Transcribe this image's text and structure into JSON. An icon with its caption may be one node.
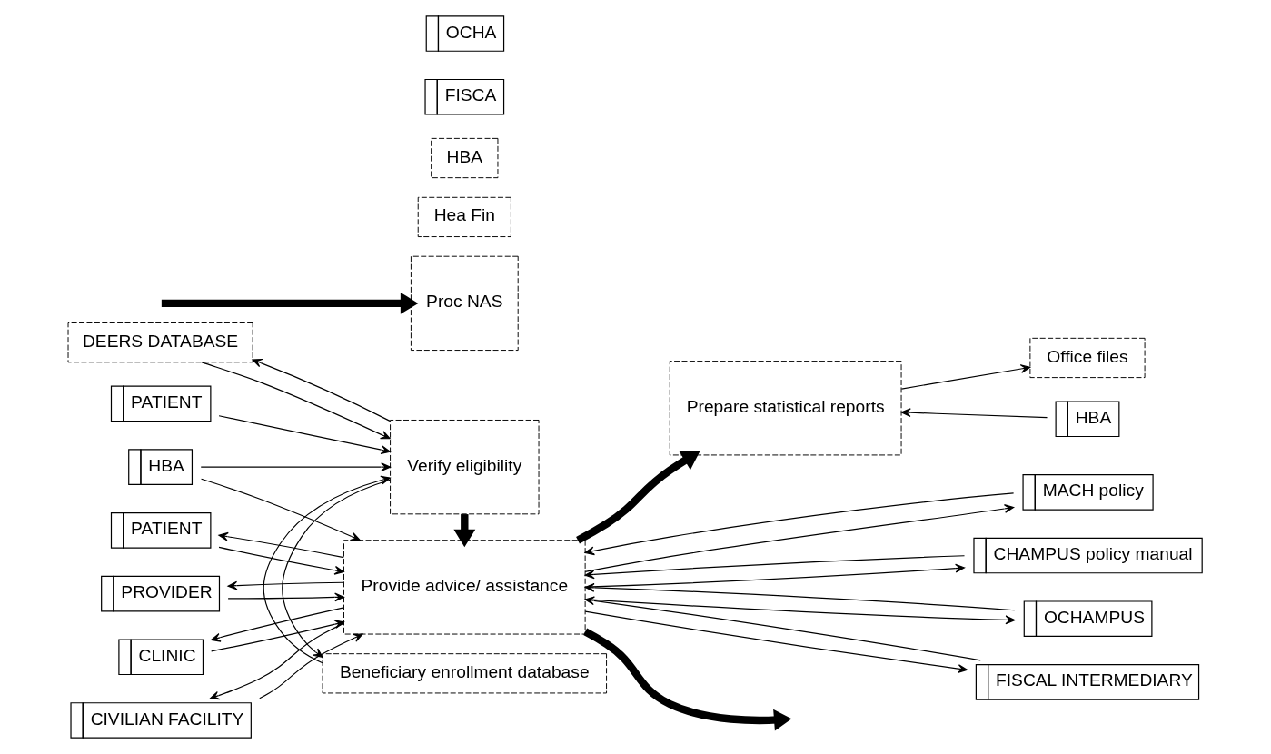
{
  "diagram": {
    "nodes": [
      {
        "text": [
          "Beneficiary enrollment database"
        ]
      },
      {
        "text": [
          "DEERS DATABASE"
        ]
      },
      {
        "text": [
          "Verify eligibility"
        ]
      },
      {
        "text": [
          "Prepare statistical reports"
        ]
      },
      {
        "text": [
          "HBA"
        ]
      },
      {
        "text": [
          "Office files"
        ]
      },
      {
        "text": [
          "PATIENT"
        ]
      },
      {
        "text": [
          "HBA"
        ]
      },
      {
        "text": [
          "PATIENT"
        ]
      },
      {
        "text": [
          "PROVIDER"
        ]
      },
      {
        "text": [
          "CLINIC"
        ]
      },
      {
        "text": [
          "CIVILIAN FACILITY"
        ]
      },
      {
        "text": [
          "Provide advice/ assistance"
        ]
      },
      {
        "text": [
          "MACH policy"
        ]
      },
      {
        "text": [
          "CHAMPUS policy manual"
        ]
      },
      {
        "text": [
          "OCHAMPUS"
        ]
      },
      {
        "text": [
          "FISCAL INTERMEDIARY"
        ]
      },
      {
        "text": [
          "Proc NAS"
        ]
      },
      {
        "text": [
          "Hea Fin"
        ]
      },
      {
        "text": [
          "HBA"
        ]
      },
      {
        "text": [
          "FISCA"
        ]
      },
      {
        "text": [
          "OCHA"
        ]
      }
    ],
    "edges": [
      {
        "from": 2,
        "to": 0,
        "arrow": "to"
      },
      {
        "from": 0,
        "to": 2,
        "arrow": "to"
      },
      {
        "from": 1,
        "to": 2,
        "arrow": "to"
      },
      {
        "from": 2,
        "to": 1,
        "arrow": "to"
      },
      {
        "from": 6,
        "to": 2,
        "arrow": "to"
      },
      {
        "from": 7,
        "to": 2,
        "arrow": "to"
      },
      {
        "from": 7,
        "to": 12,
        "arrow": "to"
      },
      {
        "from": 2,
        "to": 12,
        "arrow": "to",
        "style": "thick"
      },
      {
        "from": 12,
        "to": 3,
        "arrow": "to",
        "style": "thick"
      },
      {
        "from": 4,
        "to": 3,
        "arrow": "to"
      },
      {
        "from": 3,
        "to": 5,
        "arrow": "to"
      },
      {
        "from": 8,
        "to": 12,
        "arrow": "to"
      },
      {
        "from": 12,
        "to": 8,
        "arrow": "to"
      },
      {
        "from": 9,
        "to": 12,
        "arrow": "to"
      },
      {
        "from": 12,
        "to": 9,
        "arrow": "to"
      },
      {
        "from": 10,
        "to": 12,
        "arrow": "to"
      },
      {
        "from": 12,
        "to": 10,
        "arrow": "to"
      },
      {
        "from": 11,
        "to": 12,
        "arrow": "to"
      },
      {
        "from": 12,
        "to": 11,
        "arrow": "to"
      },
      {
        "from": 13,
        "to": 12,
        "arrow": "to"
      },
      {
        "from": 12,
        "to": 13,
        "arrow": "to"
      },
      {
        "from": 14,
        "to": 12,
        "arrow": "to"
      },
      {
        "from": 12,
        "to": 14,
        "arrow": "to"
      },
      {
        "from": 15,
        "to": 12,
        "arrow": "to"
      },
      {
        "from": 12,
        "to": 15,
        "arrow": "to"
      },
      {
        "from": 16,
        "to": 12,
        "arrow": "to"
      },
      {
        "from": 12,
        "to": 16,
        "arrow": "to"
      },
      {
        "from": 12,
        "to": null,
        "arrow": "to",
        "style": "thick"
      },
      {
        "from": null,
        "to": 17,
        "arrow": "to",
        "style": "thick"
      }
    ]
  }
}
